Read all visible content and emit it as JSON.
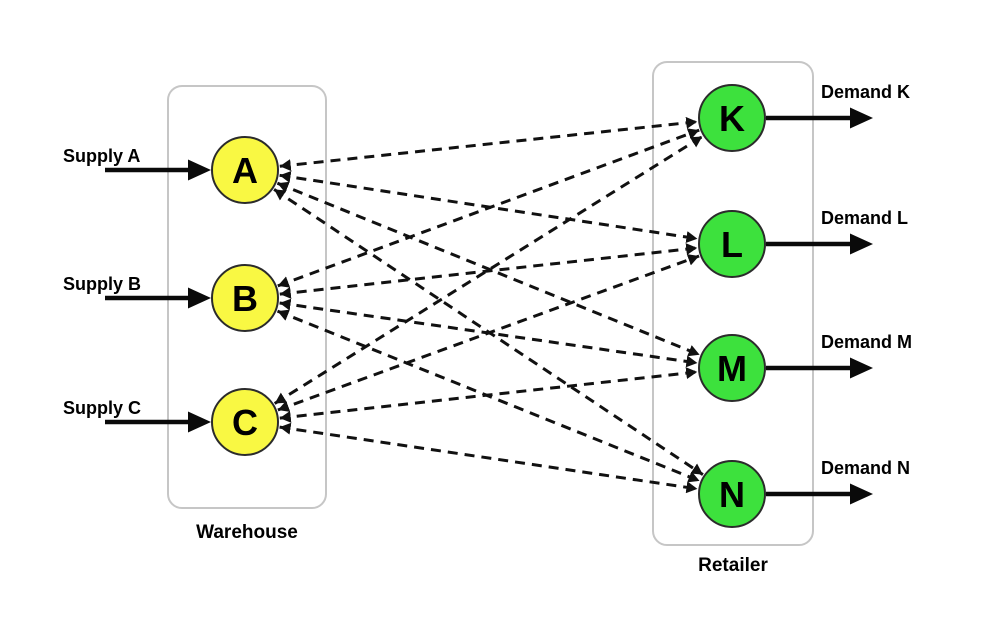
{
  "colors": {
    "background": "#ffffff",
    "warehouse_node_fill": "#f9f843",
    "retailer_node_fill": "#3de13d",
    "node_border": "#2b2b2b",
    "edge": "#111111",
    "arrow": "#0a0a0a",
    "box_border": "#c6c6c6",
    "label_text": "#000000"
  },
  "diagram": {
    "type": "bipartite-transport-network",
    "groups": [
      {
        "id": "warehouse",
        "label": "Warehouse"
      },
      {
        "id": "retailer",
        "label": "Retailer"
      }
    ],
    "nodes": [
      {
        "id": "A",
        "label": "A",
        "group": "warehouse",
        "external_label": "Supply A"
      },
      {
        "id": "B",
        "label": "B",
        "group": "warehouse",
        "external_label": "Supply B"
      },
      {
        "id": "C",
        "label": "C",
        "group": "warehouse",
        "external_label": "Supply C"
      },
      {
        "id": "K",
        "label": "K",
        "group": "retailer",
        "external_label": "Demand K"
      },
      {
        "id": "L",
        "label": "L",
        "group": "retailer",
        "external_label": "Demand L"
      },
      {
        "id": "M",
        "label": "M",
        "group": "retailer",
        "external_label": "Demand M"
      },
      {
        "id": "N",
        "label": "N",
        "group": "retailer",
        "external_label": "Demand N"
      }
    ],
    "edges": [
      {
        "from": "A",
        "to": "K"
      },
      {
        "from": "A",
        "to": "L"
      },
      {
        "from": "A",
        "to": "M"
      },
      {
        "from": "A",
        "to": "N"
      },
      {
        "from": "B",
        "to": "K"
      },
      {
        "from": "B",
        "to": "L"
      },
      {
        "from": "B",
        "to": "M"
      },
      {
        "from": "B",
        "to": "N"
      },
      {
        "from": "C",
        "to": "K"
      },
      {
        "from": "C",
        "to": "L"
      },
      {
        "from": "C",
        "to": "M"
      },
      {
        "from": "C",
        "to": "N"
      }
    ],
    "edge_style": {
      "dashed": true,
      "arrowheads": "both"
    }
  }
}
